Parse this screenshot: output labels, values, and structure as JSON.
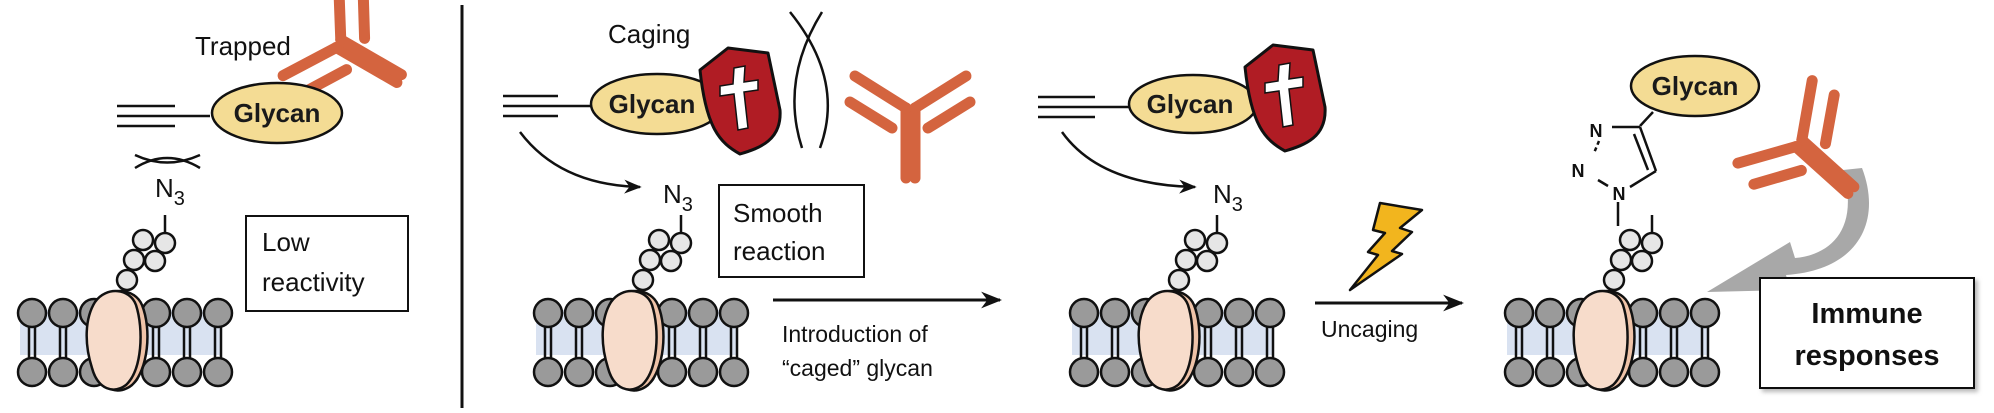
{
  "figure": {
    "panels": [
      {
        "id": "trapped",
        "top_label": "Trapped",
        "glycan_label": "Glycan",
        "azide_label": "N",
        "azide_sub": "3",
        "box_lines": [
          "Low",
          "reactivity"
        ]
      },
      {
        "id": "caging",
        "top_label": "Caging",
        "glycan_label": "Glycan",
        "azide_label": "N",
        "azide_sub": "3",
        "box_lines": [
          "Smooth",
          "reaction"
        ],
        "arrow_caption_lines": [
          "Introduction of",
          "“caged” glycan"
        ]
      },
      {
        "id": "caged",
        "glycan_label": "Glycan",
        "azide_label": "N",
        "azide_sub": "3",
        "arrow_caption": "Uncaging"
      },
      {
        "id": "uncaged",
        "glycan_label": "Glycan",
        "triazole_atoms": [
          "N",
          "N",
          "N"
        ],
        "box_lines": [
          "Immune",
          "responses"
        ]
      }
    ],
    "colors": {
      "antibody": "#d4643f",
      "glycan_fill": "#f4dc94",
      "shield_fill": "#b01c24",
      "lipid_head": "#9a9a9a",
      "membrane_fill": "#d9e2f1",
      "protein_fill": "#f7dccb",
      "bead_fill": "#e6e6e6",
      "bolt_fill": "#f2b51e",
      "response_arrow": "#a8a8a8"
    },
    "icons": {
      "antibody": "antibody-icon",
      "shield": "shield-cross-icon",
      "bolt": "lightning-bolt-icon",
      "membrane": "cell-membrane-icon",
      "alkyne": "alkyne-triple-bond-icon",
      "repulsion": "repulsion-icon"
    }
  }
}
